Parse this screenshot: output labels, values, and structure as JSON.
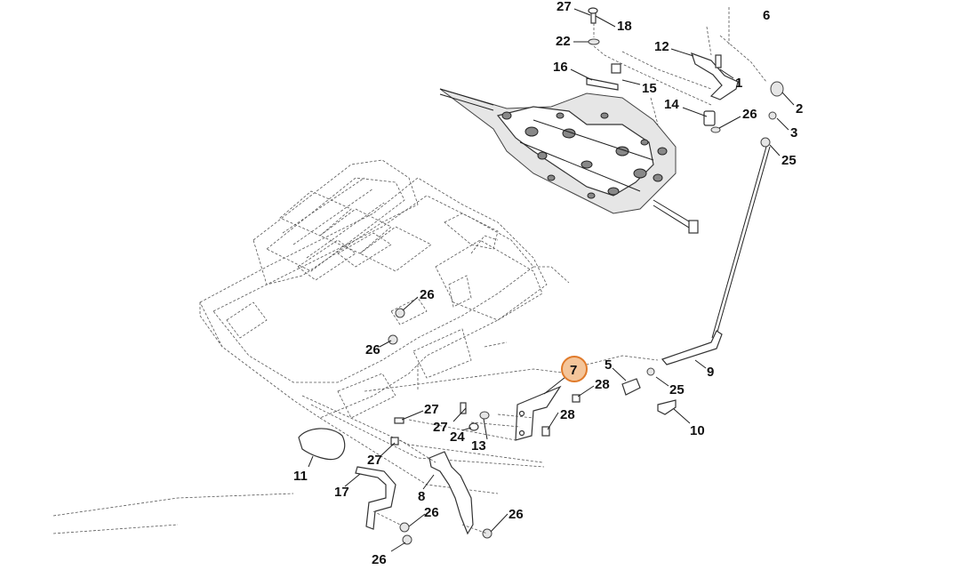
{
  "diagram": {
    "selected_callout": "7",
    "callouts": [
      {
        "id": "c27top",
        "text": "27"
      },
      {
        "id": "c18",
        "text": "18"
      },
      {
        "id": "c6",
        "text": "6"
      },
      {
        "id": "c22",
        "text": "22"
      },
      {
        "id": "c12",
        "text": "12"
      },
      {
        "id": "c16",
        "text": "16"
      },
      {
        "id": "c15",
        "text": "15"
      },
      {
        "id": "c1",
        "text": "1"
      },
      {
        "id": "c2",
        "text": "2"
      },
      {
        "id": "c14",
        "text": "14"
      },
      {
        "id": "c26a",
        "text": "26"
      },
      {
        "id": "c3",
        "text": "3"
      },
      {
        "id": "c25a",
        "text": "25"
      },
      {
        "id": "c26b",
        "text": "26"
      },
      {
        "id": "c26c",
        "text": "26"
      },
      {
        "id": "c7",
        "text": "7"
      },
      {
        "id": "c5",
        "text": "5"
      },
      {
        "id": "c9",
        "text": "9"
      },
      {
        "id": "c28a",
        "text": "28"
      },
      {
        "id": "c25b",
        "text": "25"
      },
      {
        "id": "c27a",
        "text": "27"
      },
      {
        "id": "c27b",
        "text": "27"
      },
      {
        "id": "c28b",
        "text": "28"
      },
      {
        "id": "c24",
        "text": "24"
      },
      {
        "id": "c13",
        "text": "13"
      },
      {
        "id": "c10",
        "text": "10"
      },
      {
        "id": "c11",
        "text": "11"
      },
      {
        "id": "c27c",
        "text": "27"
      },
      {
        "id": "c17",
        "text": "17"
      },
      {
        "id": "c8",
        "text": "8"
      },
      {
        "id": "c26d",
        "text": "26"
      },
      {
        "id": "c26e",
        "text": "26"
      },
      {
        "id": "c26f",
        "text": "26"
      }
    ]
  }
}
